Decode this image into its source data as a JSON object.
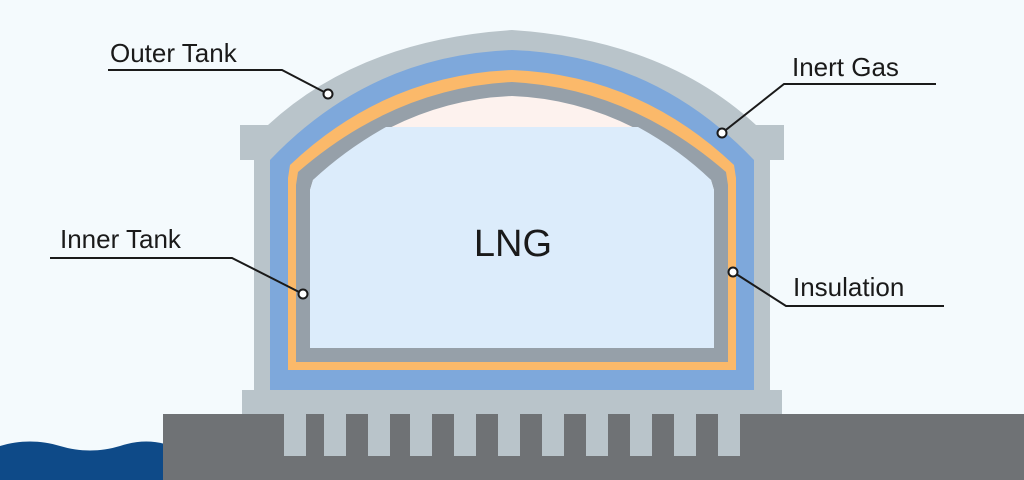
{
  "diagram": {
    "center_label": "LNG",
    "labels": {
      "outer_tank": "Outer Tank",
      "inert_gas": "Inert Gas",
      "inner_tank": "Inner Tank",
      "insulation": "Insulation"
    }
  },
  "colors": {
    "background": "#f4fafd",
    "outer_tank": "#b9c4ca",
    "inert_gas": "#7ea8db",
    "insulation": "#fbb96a",
    "inner_tank": "#96a0a9",
    "lng": "#dcecfb",
    "vapor": "#fdf2ee",
    "ground": "#6f7275",
    "water": "#0e4a88",
    "leader": "#1a1a1a"
  }
}
